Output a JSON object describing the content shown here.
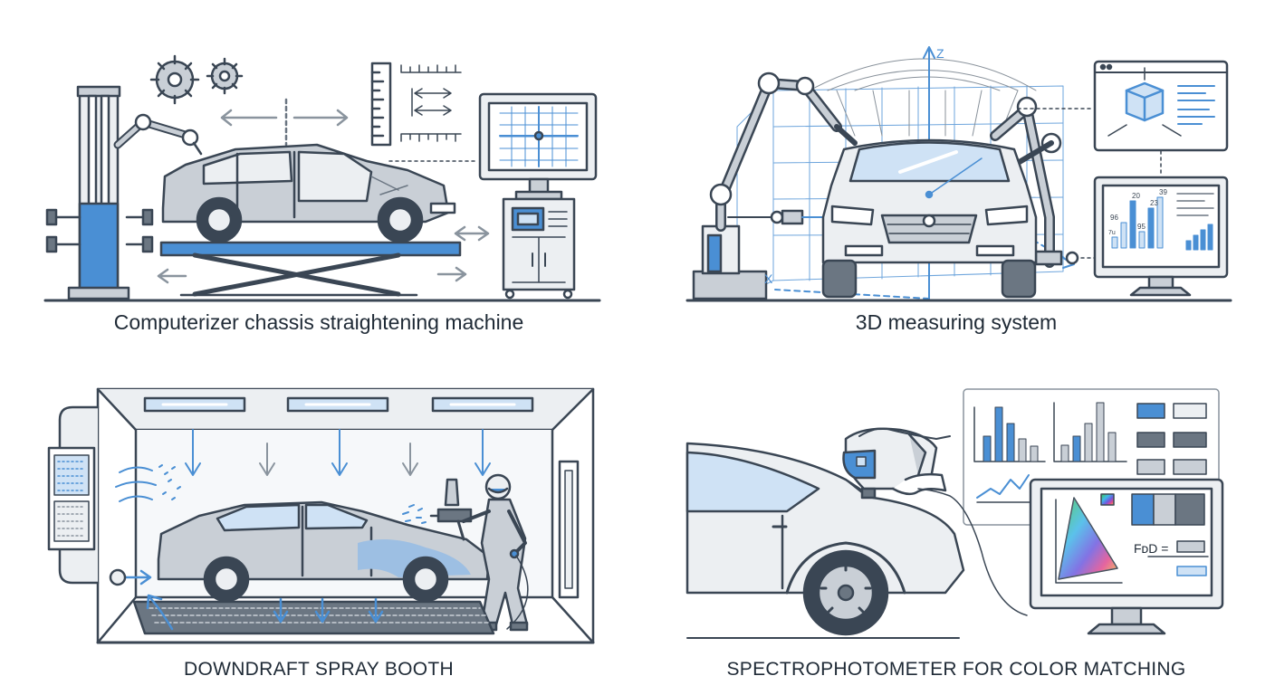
{
  "colors": {
    "outline": "#3a4654",
    "accent_blue": "#4a8fd4",
    "light_blue": "#cfe2f5",
    "gray_fill": "#c9cfd6",
    "light_gray": "#eceff2",
    "dark_gray": "#6b7682"
  },
  "panels": [
    {
      "caption": "Computerizer chassis straightening machine"
    },
    {
      "caption": "3D measuring system",
      "axes": {
        "z": "Z",
        "x": "X"
      },
      "chart_labels": [
        "20",
        "23",
        "39",
        "96",
        "95",
        "7u"
      ]
    },
    {
      "caption": "DOWNDRAFT SPRAY BOOTH"
    },
    {
      "caption": "SPECTROPHOTOMETER FOR COLOR MATCHING",
      "monitor_text": "FᴅD ="
    }
  ],
  "icons": [
    "gear-icon",
    "robot-arm-icon",
    "car-icon",
    "monitor-icon",
    "arrow-icon",
    "spray-gun-icon",
    "spectrophotometer-icon",
    "color-gamut-icon"
  ]
}
